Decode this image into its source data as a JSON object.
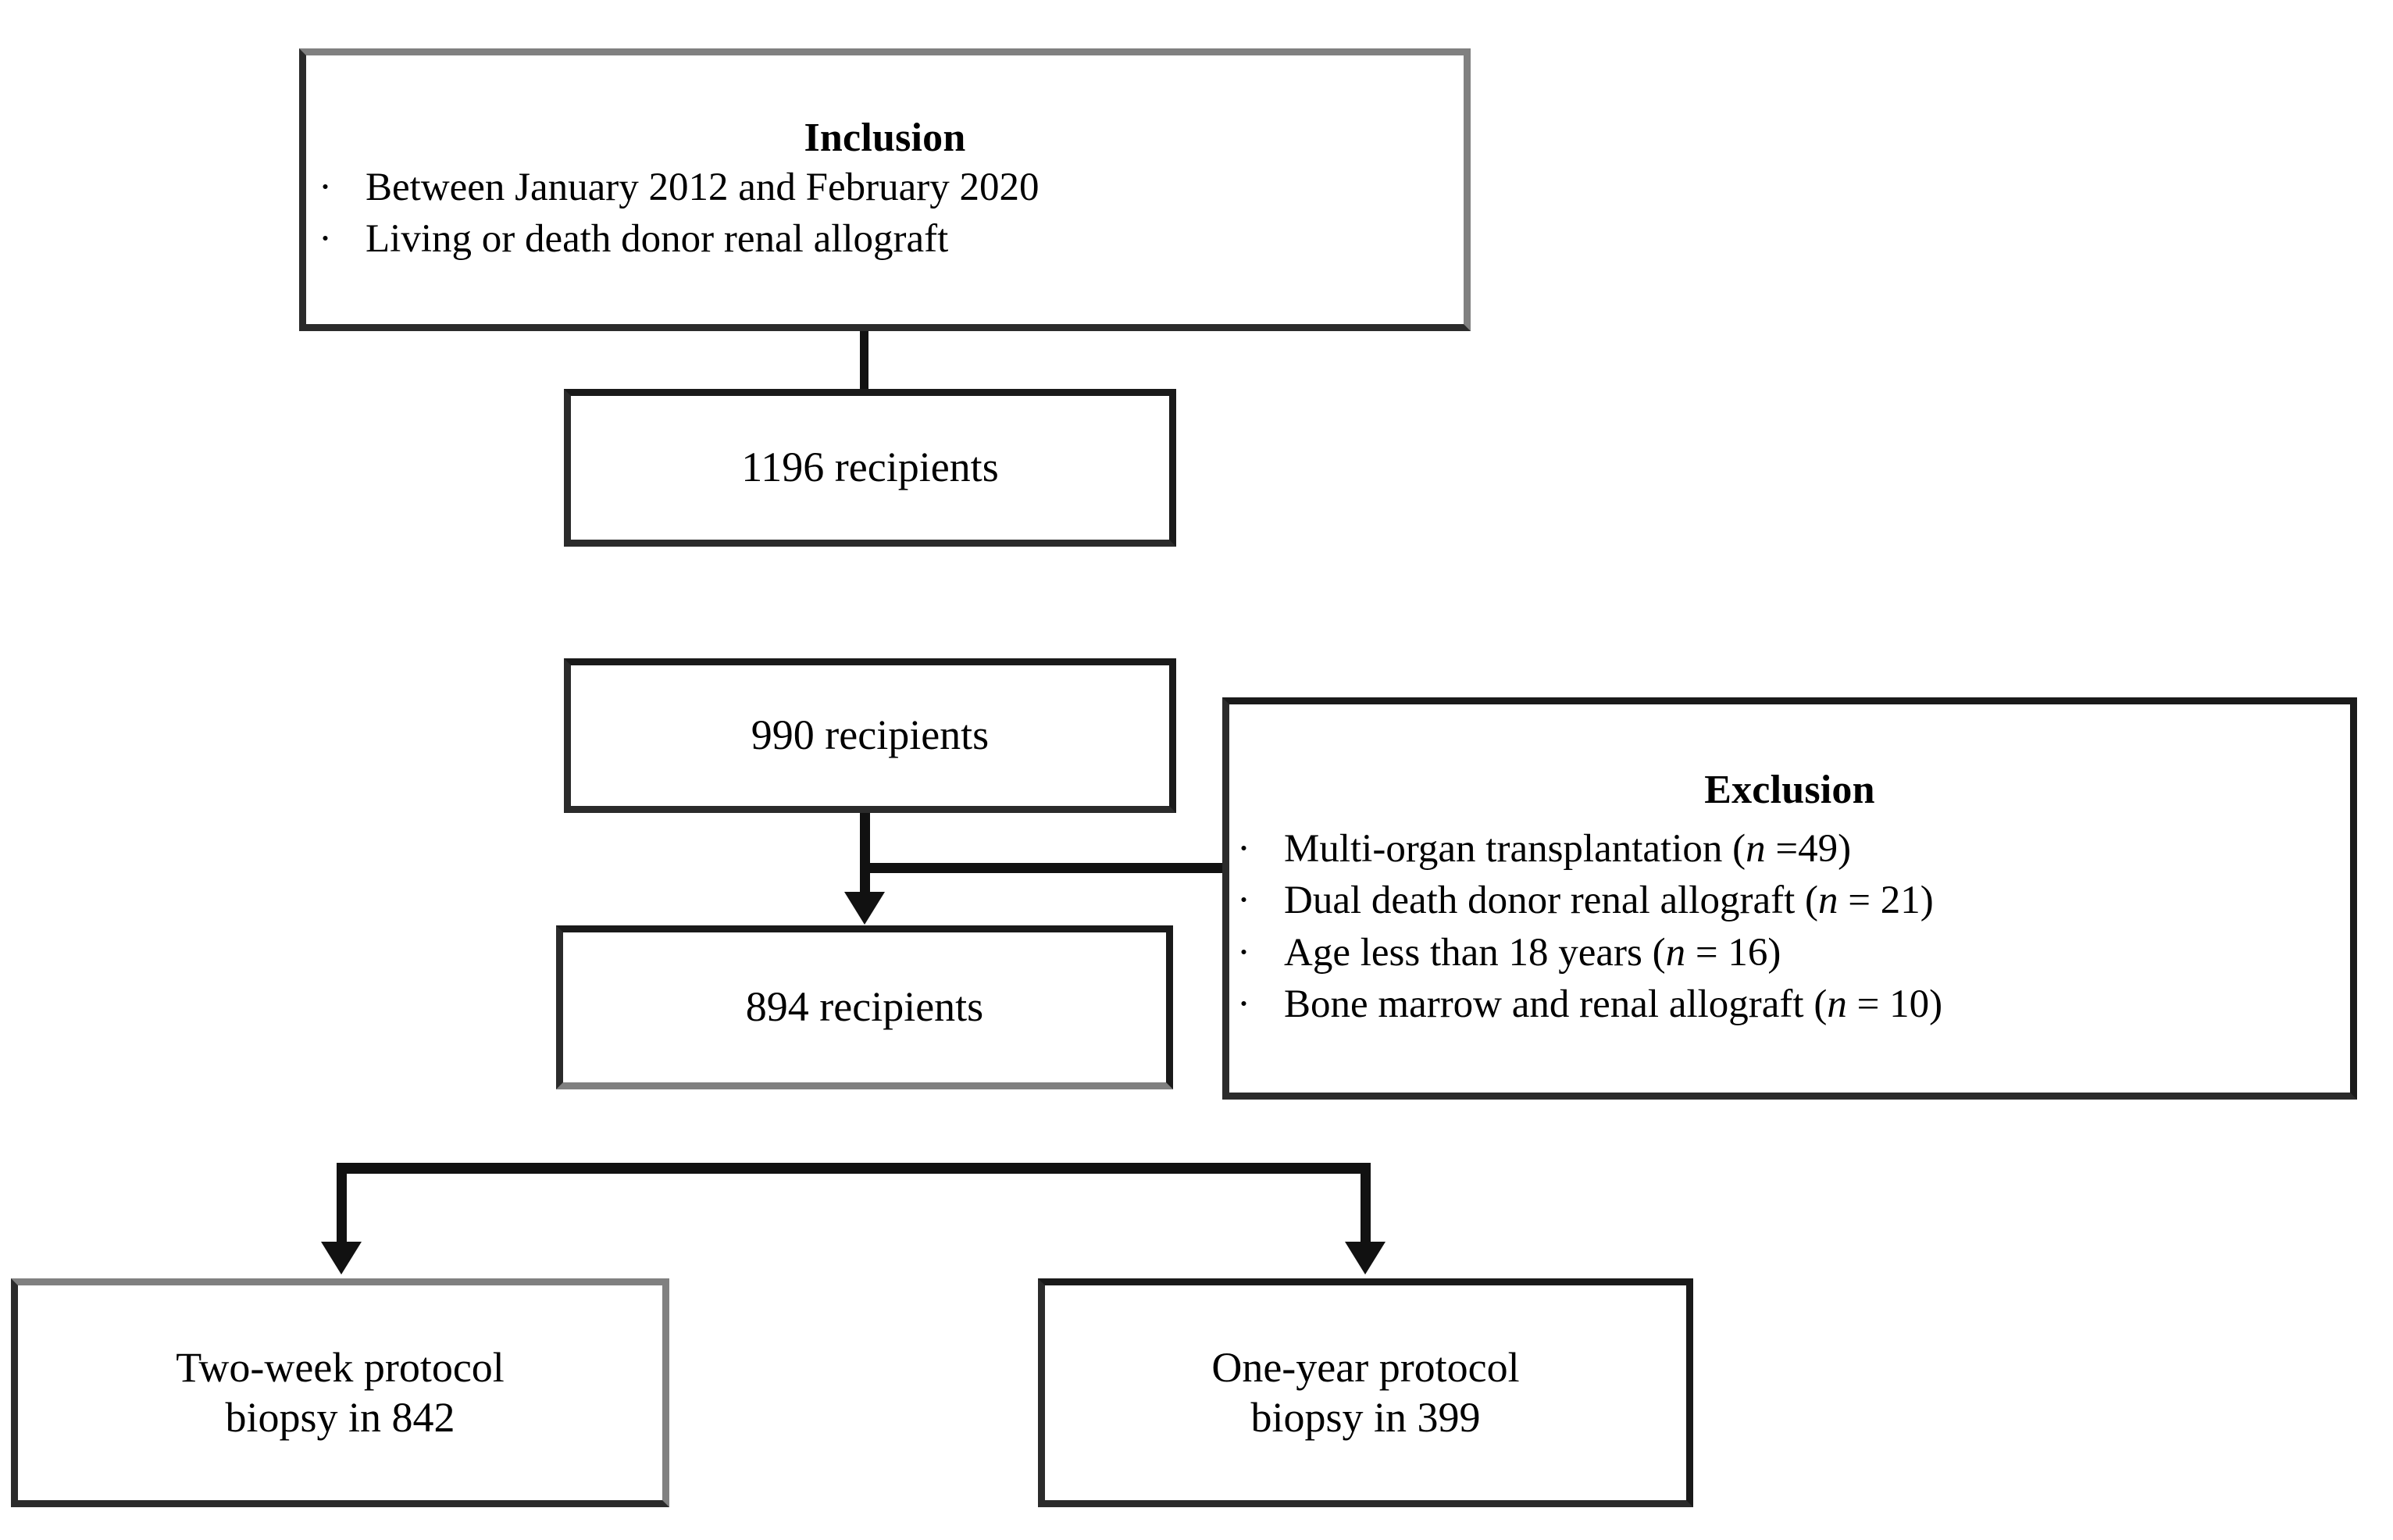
{
  "diagram": {
    "type": "study-flow-chart",
    "nodes": {
      "inclusion": {
        "title": "Inclusion",
        "items": [
          "Between January 2012 and February 2020",
          "Living or death donor renal allograft"
        ]
      },
      "total_recipients": {
        "label": "1196 recipients"
      },
      "eligible_recipients": {
        "label": "990 recipients"
      },
      "final_recipients": {
        "label": "894 recipients"
      },
      "exclusion": {
        "title": "Exclusion",
        "items": [
          {
            "text": "Multi-organ transplantation (",
            "n_symbol": "n",
            "eq": " =49)"
          },
          {
            "text": "Dual death donor renal allograft (",
            "n_symbol": "n",
            "eq": " = 21)"
          },
          {
            "text": "Age less than 18 years (",
            "n_symbol": "n",
            "eq": " = 16)"
          },
          {
            "text": "Bone marrow and renal allograft (",
            "n_symbol": "n",
            "eq": " = 10)"
          }
        ]
      },
      "two_week_biopsy": {
        "line1": "Two-week protocol",
        "line2": "biopsy in 842"
      },
      "one_year_biopsy": {
        "line1": "One-year protocol",
        "line2": "biopsy in 399"
      }
    },
    "bullet_glyph": "·",
    "colors": {
      "border_light": "#808080",
      "border_dark": "#2b2b2b",
      "line": "#111111",
      "text": "#000000",
      "background": "#ffffff"
    }
  }
}
